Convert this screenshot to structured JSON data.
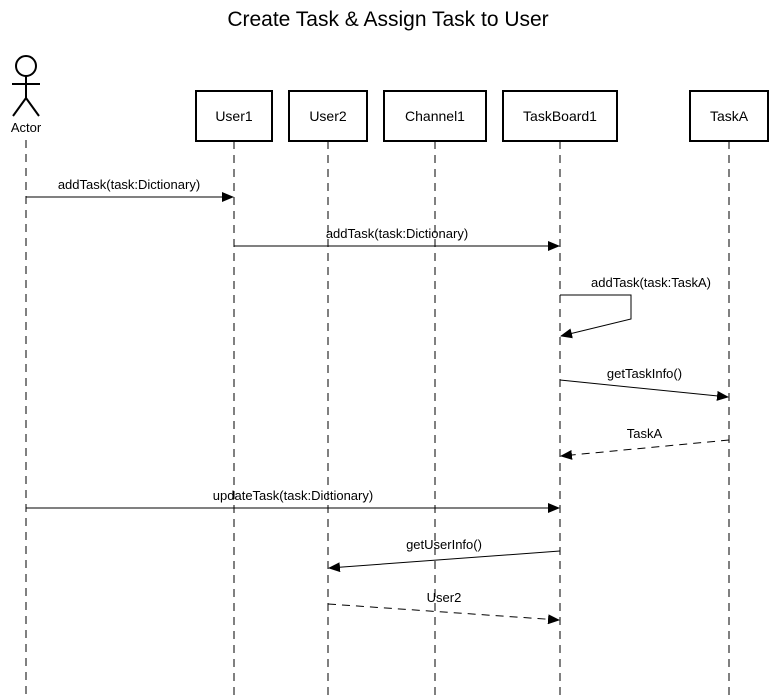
{
  "title": "Create Task & Assign Task to User",
  "actor": {
    "label": "Actor"
  },
  "participants": [
    {
      "id": "user1",
      "label": "User1"
    },
    {
      "id": "user2",
      "label": "User2"
    },
    {
      "id": "channel1",
      "label": "Channel1"
    },
    {
      "id": "taskboard1",
      "label": "TaskBoard1"
    },
    {
      "id": "taska",
      "label": "TaskA"
    }
  ],
  "messages": [
    {
      "from": "actor",
      "to": "user1",
      "label": "addTask(task:Dictionary)",
      "kind": "sync"
    },
    {
      "from": "user1",
      "to": "taskboard1",
      "label": "addTask(task:Dictionary)",
      "kind": "sync"
    },
    {
      "from": "taskboard1",
      "to": "taskboard1",
      "label": "addTask(task:TaskA)",
      "kind": "self"
    },
    {
      "from": "taskboard1",
      "to": "taska",
      "label": "getTaskInfo()",
      "kind": "sync"
    },
    {
      "from": "taska",
      "to": "taskboard1",
      "label": "TaskA",
      "kind": "return"
    },
    {
      "from": "actor",
      "to": "taskboard1",
      "label": "updateTask(task:Dictionary)",
      "kind": "sync"
    },
    {
      "from": "taskboard1",
      "to": "user2",
      "label": "getUserInfo()",
      "kind": "sync"
    },
    {
      "from": "user2",
      "to": "taskboard1",
      "label": "User2",
      "kind": "return"
    }
  ]
}
